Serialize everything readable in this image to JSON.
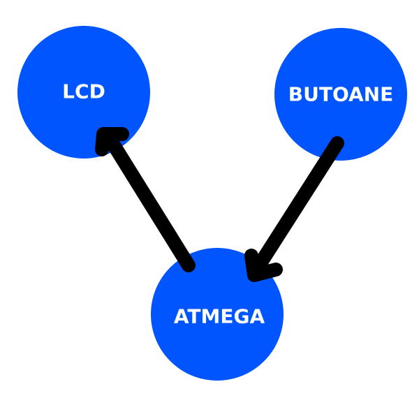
{
  "colors": {
    "node_fill": "#0055ff",
    "arrow": "#000000",
    "label": "#ffffff",
    "background": "#ffffff"
  },
  "nodes": {
    "lcd": {
      "label": "LCD"
    },
    "butoane": {
      "label": "BUTOANE"
    },
    "atmega": {
      "label": "ATMEGA"
    }
  },
  "edges": [
    {
      "from": "ATMEGA",
      "to": "LCD"
    },
    {
      "from": "BUTOANE",
      "to": "ATMEGA"
    }
  ]
}
